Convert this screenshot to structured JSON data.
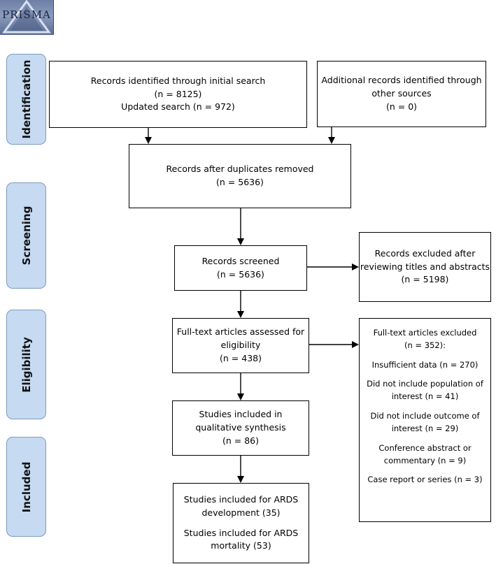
{
  "logo": {
    "text": "PRISMA"
  },
  "phases": {
    "identification": "Identification",
    "screening": "Screening",
    "eligibility": "Eligibility",
    "included": "Included"
  },
  "boxes": {
    "initial_search": {
      "line1": "Records identified through initial search",
      "line2": "(n = 8125)",
      "line3": "Updated search (n = 972)"
    },
    "other_sources": {
      "line1": "Additional records identified through",
      "line2": "other sources",
      "line3": "(n = 0)"
    },
    "duplicates_removed": {
      "line1": "Records after duplicates removed",
      "line2": "(n = 5636)"
    },
    "screened": {
      "line1": "Records screened",
      "line2": "(n = 5636)"
    },
    "excluded_titles": {
      "line1": "Records excluded after",
      "line2": "reviewing titles and abstracts",
      "line3": "(n = 5198)"
    },
    "fulltext_assessed": {
      "line1": "Full-text articles assessed for",
      "line2": "eligibility",
      "line3": "(n = 438)"
    },
    "qualitative": {
      "line1": "Studies included in",
      "line2": "qualitative synthesis",
      "line3": "(n = 86)"
    },
    "ards": {
      "line1": "Studies included for ARDS",
      "line2": "development (35)",
      "line3": "Studies included for ARDS",
      "line4": "mortality (53)"
    },
    "fulltext_excluded": {
      "title1": "Full-text articles excluded",
      "title2": "(n = 352):",
      "r1": "Insufficient data (n = 270)",
      "r2a": "Did not include population of",
      "r2b": "interest (n = 41)",
      "r3a": "Did not include outcome of",
      "r3b": "interest (n = 29)",
      "r4a": "Conference abstract or",
      "r4b": "commentary (n = 9)",
      "r5": "Case report or series (n = 3)"
    }
  }
}
